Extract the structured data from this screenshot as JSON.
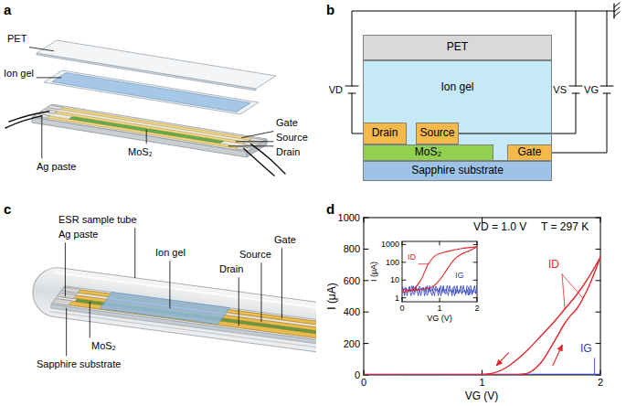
{
  "diagram": {
    "nodes": [
      {
        "text": [
          "PET"
        ]
      },
      {
        "text": [
          "Ion gel"
        ]
      },
      {
        "text": [
          "Drain"
        ],
        "in": 1
      },
      {
        "text": [
          "Source"
        ],
        "in": 1
      },
      {
        "text": [
          "MoS₂"
        ],
        "in": 1
      },
      {
        "text": [
          "Gate"
        ],
        "in": 1
      },
      {
        "text": [
          "Sapphire substrate"
        ]
      }
    ],
    "labels": [
      "a",
      "PET",
      "Ion gel",
      "Gate",
      "Source",
      "Drain",
      "MoS₂",
      "Ag paste",
      "b",
      "VD",
      "VS",
      "VG",
      "c",
      "ESR sample tube",
      "Ag paste",
      "Ion gel",
      "Gate",
      "Source",
      "Drain",
      "MoS₂",
      "Sapphire substrate",
      "d",
      "VD = 1.0 V",
      "T = 297 K",
      "ID",
      "IG",
      "I (μA)",
      "VG (V)",
      "0",
      "200",
      "400",
      "600",
      "800",
      "1000",
      "0",
      "1",
      "2",
      "I (μA)",
      "1",
      "10",
      "100",
      "1000",
      "0",
      "1",
      "2",
      "VG (V)",
      "ID",
      "IG"
    ]
  }
}
